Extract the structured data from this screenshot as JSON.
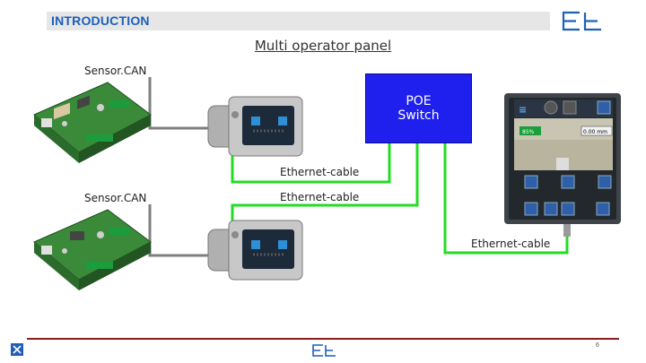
{
  "header": {
    "section": "INTRODUCTION"
  },
  "title": "Multi operator panel",
  "labels": {
    "sensor_top": "Sensor.CAN",
    "sensor_bottom": "Sensor.CAN",
    "poe_line1": "POE",
    "poe_line2": "Switch",
    "cable_1": "Ethernet-cable",
    "cable_2": "Ethernet-cable",
    "cable_3": "Ethernet-cable"
  },
  "panel_screen": {
    "left_value": "85%",
    "right_value": "0.00 mm"
  },
  "footer": {
    "page_number": "6"
  },
  "colors": {
    "accent_blue": "#1f5fb8",
    "poe_blue": "#1f1fee",
    "ethernet_green": "#22dd22",
    "can_gray": "#7f7f7f",
    "footer_red": "#8a1c1c"
  }
}
